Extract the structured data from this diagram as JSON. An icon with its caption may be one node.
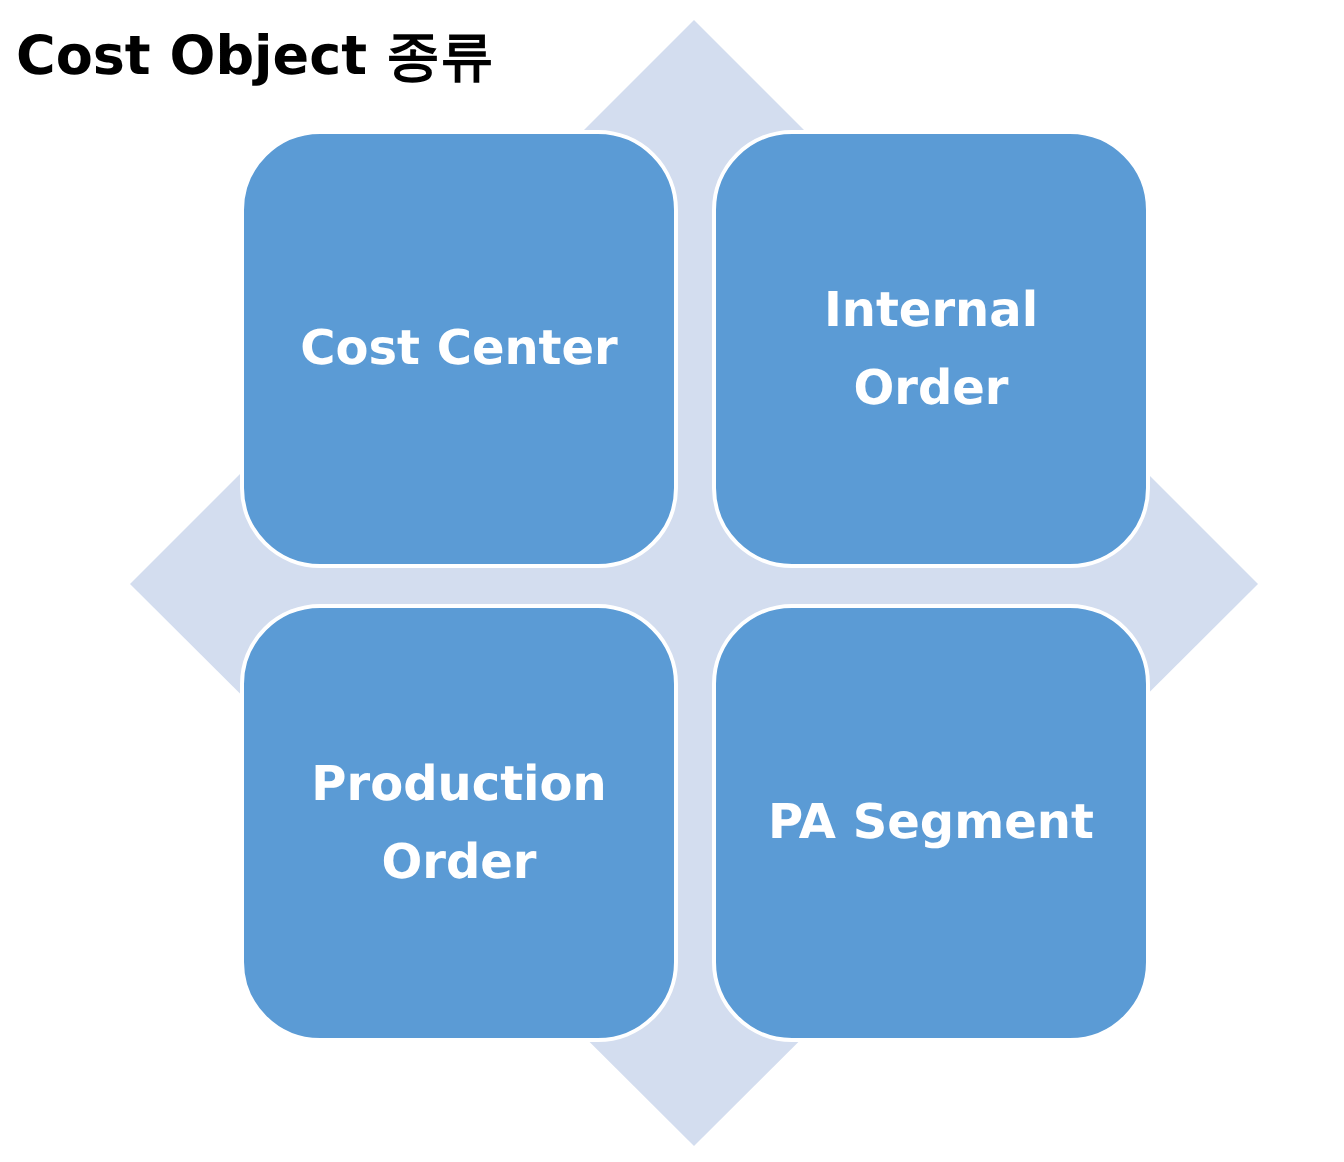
{
  "diagram": {
    "title": "Cost Object 종류",
    "nodes": [
      {
        "text": [
          "Cost Center"
        ]
      },
      {
        "text": [
          "Internal Order"
        ]
      },
      {
        "text": [
          "Production Order"
        ]
      },
      {
        "text": [
          "PA Segment"
        ]
      }
    ]
  }
}
